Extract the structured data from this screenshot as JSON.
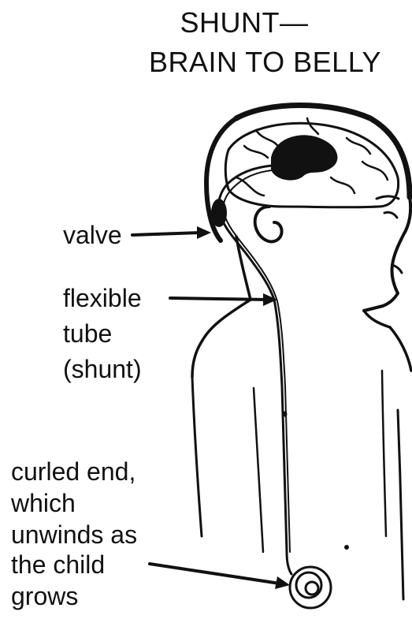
{
  "title_line1": "SHUNT—",
  "title_line2": "BRAIN TO BELLY",
  "labels": {
    "valve": "valve",
    "flexible_tube": [
      "flexible",
      "tube",
      "(shunt)"
    ],
    "curled_end": [
      "curled end,",
      "which",
      "unwinds as",
      "the child",
      "grows"
    ]
  },
  "colors": {
    "ink": "#111111",
    "background": "#ffffff"
  }
}
